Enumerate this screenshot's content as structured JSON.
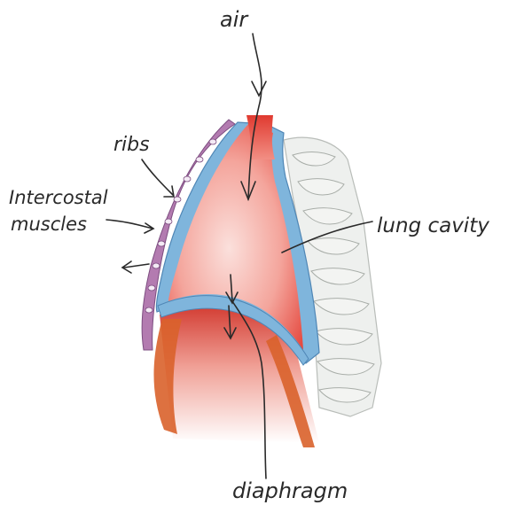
{
  "labels": {
    "air": "air",
    "ribs": "ribs",
    "intercostal": "Intercostal",
    "muscles": "muscles",
    "lung_cavity": "lung cavity",
    "diaphragm": "diaphragm"
  },
  "colors": {
    "lung_red": "#e85a4f",
    "lung_pink": "#f7c4bd",
    "pleura_blue": "#7fb5dc",
    "muscle_orange": "#d9622b",
    "rib_purple": "#b37bb0",
    "spine_gray": "#c8ccc8",
    "ink": "#2a2a2a"
  }
}
